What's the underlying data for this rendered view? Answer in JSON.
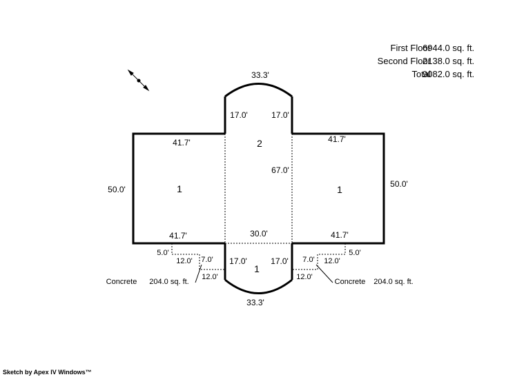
{
  "summary": {
    "rows": [
      {
        "label": "First Floor",
        "value": "6944.0 sq. ft."
      },
      {
        "label": "Second Floor",
        "value": "2138.0 sq. ft."
      },
      {
        "label": "Total",
        "value": "9082.0 sq. ft."
      }
    ]
  },
  "dimensions": {
    "arc_top": "33.3'",
    "tower_left": "17.0'",
    "tower_right": "17.0'",
    "left_wing_top": "41.7'",
    "right_wing_top": "41.7'",
    "center_height": "67.0'",
    "left_side": "50.0'",
    "right_side": "50.0'",
    "left_wing_bottom": "41.7'",
    "right_wing_bottom": "41.7'",
    "center_bottom": "30.0'",
    "lower_left": "17.0'",
    "lower_right": "17.0'",
    "arc_bottom": "33.3'"
  },
  "area_labels": {
    "center_upper": "2",
    "left_wing": "1",
    "right_wing": "1",
    "center_lower": "1"
  },
  "patios": {
    "left": {
      "d1": "5.0'",
      "d2": "12.0'",
      "d3": "7.0'",
      "d4": "12.0'",
      "label": "Concrete",
      "area": "204.0 sq. ft."
    },
    "right": {
      "d1": "5.0'",
      "d2": "12.0'",
      "d3": "7.0'",
      "d4": "12.0'",
      "label": "Concrete",
      "area": "204.0 sq. ft."
    }
  },
  "footer": {
    "credit": "Sketch by Apex IV Windows™"
  },
  "icons": {
    "compass": "north-arrow-icon"
  }
}
